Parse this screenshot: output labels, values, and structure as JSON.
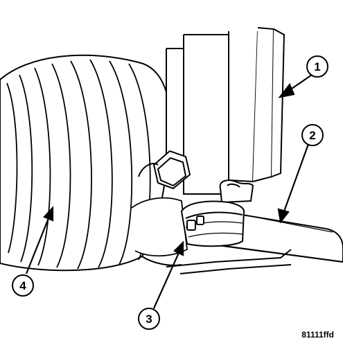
{
  "callouts": [
    {
      "id": "1",
      "label": "1"
    },
    {
      "id": "2",
      "label": "2"
    },
    {
      "id": "3",
      "label": "3"
    },
    {
      "id": "4",
      "label": "4"
    }
  ],
  "figure_ref": "81111ffd",
  "colors": {
    "line": "#000000",
    "background": "#ffffff"
  }
}
